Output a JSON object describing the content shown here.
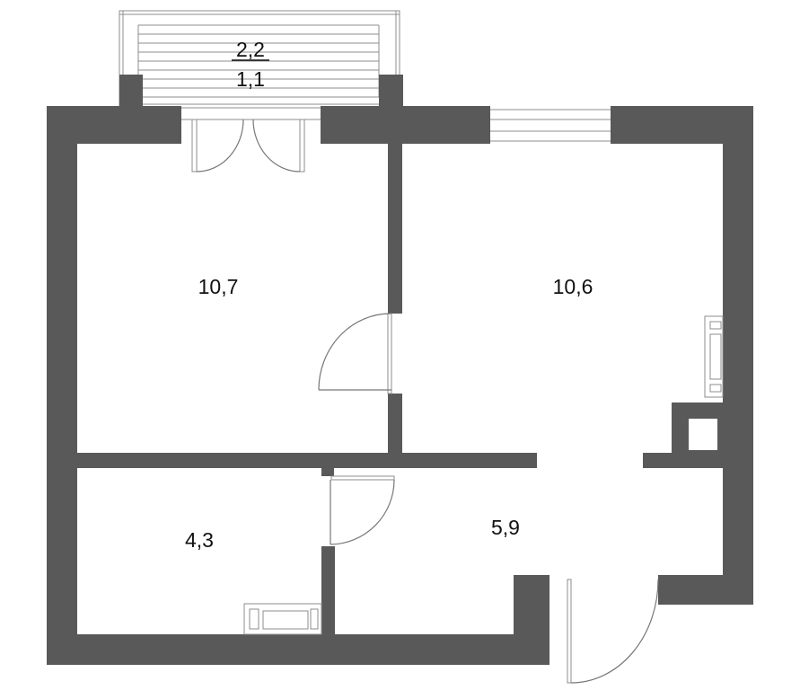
{
  "plan": {
    "balcony": {
      "area_label": "2,2",
      "area_ratio_label": "1,1"
    },
    "rooms": {
      "bedroom": {
        "area_label": "10,7"
      },
      "living_room": {
        "area_label": "10,6"
      },
      "bathroom": {
        "area_label": "4,3"
      },
      "hallway": {
        "area_label": "5,9"
      }
    },
    "colors": {
      "walls": "#595959",
      "lines": "#8c8c8c",
      "text": "#111111"
    }
  }
}
